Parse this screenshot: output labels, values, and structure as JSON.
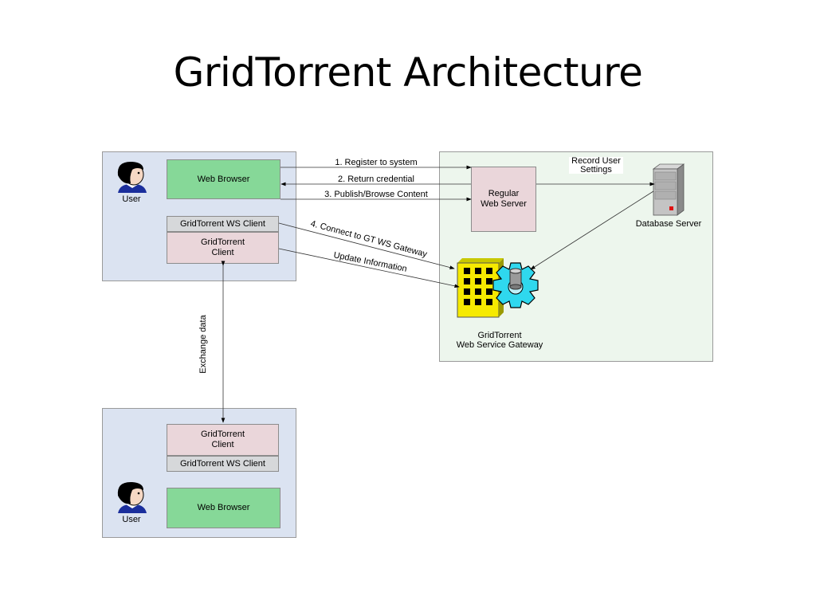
{
  "title": "GridTorrent Architecture",
  "top_panel": {
    "user_label": "User",
    "web_browser": "Web Browser",
    "ws_client": "GridTorrent WS Client",
    "gt_client": "GridTorrent\nClient"
  },
  "bottom_panel": {
    "user_label": "User",
    "web_browser": "Web Browser",
    "ws_client": "GridTorrent WS Client",
    "gt_client": "GridTorrent\nClient"
  },
  "server_panel": {
    "regular_web_server": "Regular\nWeb Server",
    "database_server": "Database Server",
    "gateway_label": "GridTorrent\nWeb Service Gateway",
    "record_user_settings": "Record User\nSettings"
  },
  "arrows": {
    "register": "1. Register to system",
    "return_credential": "2. Return credential",
    "publish": "3. Publish/Browse Content",
    "connect": "4. Connect to GT WS Gateway",
    "update": "Update Information",
    "exchange": "Exchange data"
  },
  "colors": {
    "panel_blue": "#dbe3f1",
    "panel_green": "#edf6ed",
    "web_browser": "#86d898",
    "client": "#ead6da",
    "ws_client": "#d6d8da"
  }
}
